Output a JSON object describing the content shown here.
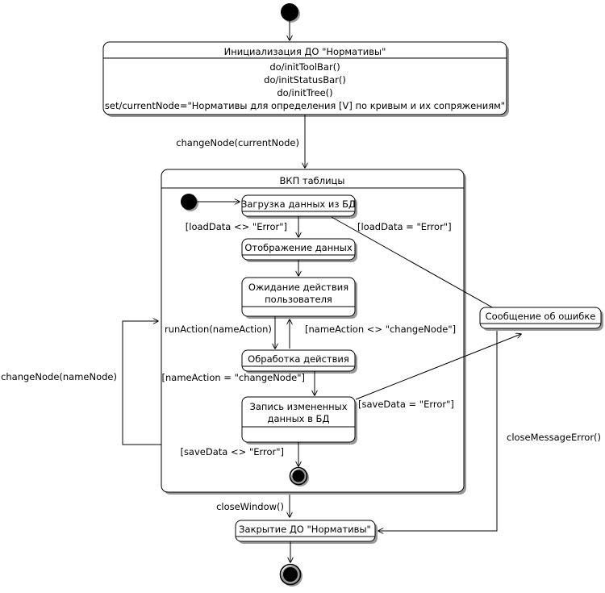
{
  "diagram": {
    "type": "uml-state-machine",
    "title": "",
    "language": "ru",
    "colors": {
      "stroke": "#000000",
      "fill": "#ffffff",
      "shadow": "#999999"
    }
  },
  "nodes": {
    "start": {
      "kind": "initial-state",
      "label": ""
    },
    "init_state": {
      "kind": "state",
      "name": "Инициализация ДО \"Нормативы\"",
      "actions": [
        "do/initToolBar()",
        "do/initStatusBar()",
        "do/initTree()",
        "set/currentNode=\"Нормативы для определения [V] по кривым и их сопряжениям\""
      ]
    },
    "composite": {
      "kind": "composite-state",
      "name": "ВКП таблицы"
    },
    "inner_start": {
      "kind": "initial-state",
      "label": ""
    },
    "load_data": {
      "kind": "state",
      "name": "Загрузка данных из БД"
    },
    "show_data": {
      "kind": "state",
      "name": "Отображение данных"
    },
    "wait_action": {
      "kind": "state",
      "name_line1": "Ожидание действия",
      "name_line2": "пользователя"
    },
    "process_action": {
      "kind": "state",
      "name": "Обработка действия"
    },
    "save_data": {
      "kind": "state",
      "name_line1": "Запись измененных",
      "name_line2": "данных в БД"
    },
    "inner_final": {
      "kind": "final-state",
      "label": ""
    },
    "error_message": {
      "kind": "state",
      "name": "Сообщение об ошибке"
    },
    "close_state": {
      "kind": "state",
      "name": "Закрытие ДО \"Нормативы\""
    },
    "final": {
      "kind": "final-state",
      "label": ""
    }
  },
  "transitions": [
    {
      "id": "t_start_init",
      "from": "start",
      "to": "init_state",
      "label": ""
    },
    {
      "id": "t_init_composite",
      "from": "init_state",
      "to": "composite",
      "label": "changeNode(currentNode)"
    },
    {
      "id": "t_inner_start_load",
      "from": "inner_start",
      "to": "load_data",
      "label": ""
    },
    {
      "id": "t_load_show",
      "from": "load_data",
      "to": "show_data",
      "label": "[loadData <> \"Error\"]"
    },
    {
      "id": "t_load_error",
      "from": "load_data",
      "to": "error_message",
      "label": "[loadData = \"Error\"]"
    },
    {
      "id": "t_show_wait",
      "from": "show_data",
      "to": "wait_action",
      "label": ""
    },
    {
      "id": "t_wait_process",
      "from": "wait_action",
      "to": "process_action",
      "label": "runAction(nameAction)"
    },
    {
      "id": "t_process_wait",
      "from": "process_action",
      "to": "wait_action",
      "label": "[nameAction <> \"changeNode\"]"
    },
    {
      "id": "t_process_save",
      "from": "process_action",
      "to": "save_data",
      "label": "[nameAction = \"changeNode\"]"
    },
    {
      "id": "t_save_error",
      "from": "save_data",
      "to": "error_message",
      "label": "[saveData = \"Error\"]"
    },
    {
      "id": "t_save_final",
      "from": "save_data",
      "to": "inner_final",
      "label": "[saveData <> \"Error\"]"
    },
    {
      "id": "t_change_node_loop",
      "from": "composite",
      "to": "composite",
      "label": "changeNode(nameNode)"
    },
    {
      "id": "t_close_window",
      "from": "composite",
      "to": "close_state",
      "label": "closeWindow()"
    },
    {
      "id": "t_close_message_error",
      "from": "error_message",
      "to": "close_state",
      "label": "closeMessageError()"
    },
    {
      "id": "t_close_final",
      "from": "close_state",
      "to": "final",
      "label": ""
    }
  ]
}
